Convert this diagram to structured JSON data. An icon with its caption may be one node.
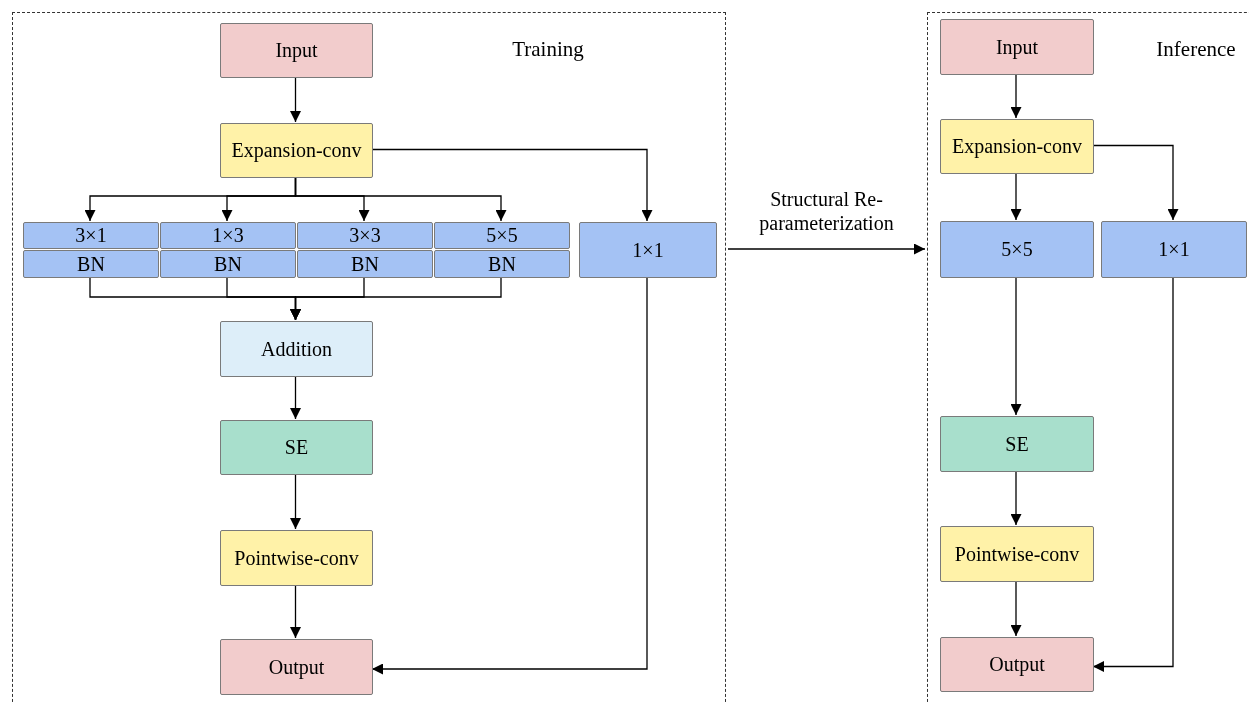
{
  "diagram": {
    "nodes": [
      {
        "text": [
          "Training"
        ]
      },
      {
        "text": [
          "Inference"
        ]
      },
      {
        "text": [
          "Input"
        ],
        "in": 0
      },
      {
        "text": [
          "Expansion-conv"
        ],
        "in": 0
      },
      {
        "text": [
          "3×1"
        ],
        "in": 0
      },
      {
        "text": [
          "1×3"
        ],
        "in": 0
      },
      {
        "text": [
          "3×3"
        ],
        "in": 0
      },
      {
        "text": [
          "5×5"
        ],
        "in": 0
      },
      {
        "text": [
          "BN"
        ],
        "in": 0
      },
      {
        "text": [
          "BN"
        ],
        "in": 0
      },
      {
        "text": [
          "BN"
        ],
        "in": 0
      },
      {
        "text": [
          "BN"
        ],
        "in": 0
      },
      {
        "text": [
          "1×1"
        ],
        "in": 0
      },
      {
        "text": [
          "Addition"
        ],
        "in": 0
      },
      {
        "text": [
          "SE"
        ],
        "in": 0
      },
      {
        "text": [
          "Pointwise-conv"
        ],
        "in": 0
      },
      {
        "text": [
          "Output"
        ],
        "in": 0
      },
      {
        "text": [
          "Input"
        ],
        "in": 1
      },
      {
        "text": [
          "Expansion-conv"
        ],
        "in": 1
      },
      {
        "text": [
          "5×5"
        ],
        "in": 1
      },
      {
        "text": [
          "1×1"
        ],
        "in": 1
      },
      {
        "text": [
          "SE"
        ],
        "in": 1
      },
      {
        "text": [
          "Pointwise-conv"
        ],
        "in": 1
      },
      {
        "text": [
          "Output"
        ],
        "in": 1
      }
    ],
    "edges": [
      {
        "from": 2,
        "to": 3,
        "arrow": "to"
      },
      {
        "from": 3,
        "to": 4,
        "arrow": "to"
      },
      {
        "from": 3,
        "to": 5,
        "arrow": "to"
      },
      {
        "from": 3,
        "to": 6,
        "arrow": "to"
      },
      {
        "from": 3,
        "to": 7,
        "arrow": "to"
      },
      {
        "from": 3,
        "to": 12,
        "arrow": "to"
      },
      {
        "from": 8,
        "to": 13,
        "arrow": "to"
      },
      {
        "from": 9,
        "to": 13,
        "arrow": "to"
      },
      {
        "from": 10,
        "to": 13,
        "arrow": "to"
      },
      {
        "from": 11,
        "to": 13,
        "arrow": "to"
      },
      {
        "from": 13,
        "to": 14,
        "arrow": "to"
      },
      {
        "from": 14,
        "to": 15,
        "arrow": "to"
      },
      {
        "from": 15,
        "to": 16,
        "arrow": "to"
      },
      {
        "from": 12,
        "to": 16,
        "arrow": "to"
      },
      {
        "from": 0,
        "to": 1,
        "arrow": "to",
        "label": "Structural Re-parameterization"
      },
      {
        "from": 17,
        "to": 18,
        "arrow": "to"
      },
      {
        "from": 18,
        "to": 19,
        "arrow": "to"
      },
      {
        "from": 18,
        "to": 20,
        "arrow": "to"
      },
      {
        "from": 19,
        "to": 21,
        "arrow": "to"
      },
      {
        "from": 21,
        "to": 22,
        "arrow": "to"
      },
      {
        "from": 22,
        "to": 23,
        "arrow": "to"
      },
      {
        "from": 20,
        "to": 23,
        "arrow": "to"
      }
    ]
  }
}
